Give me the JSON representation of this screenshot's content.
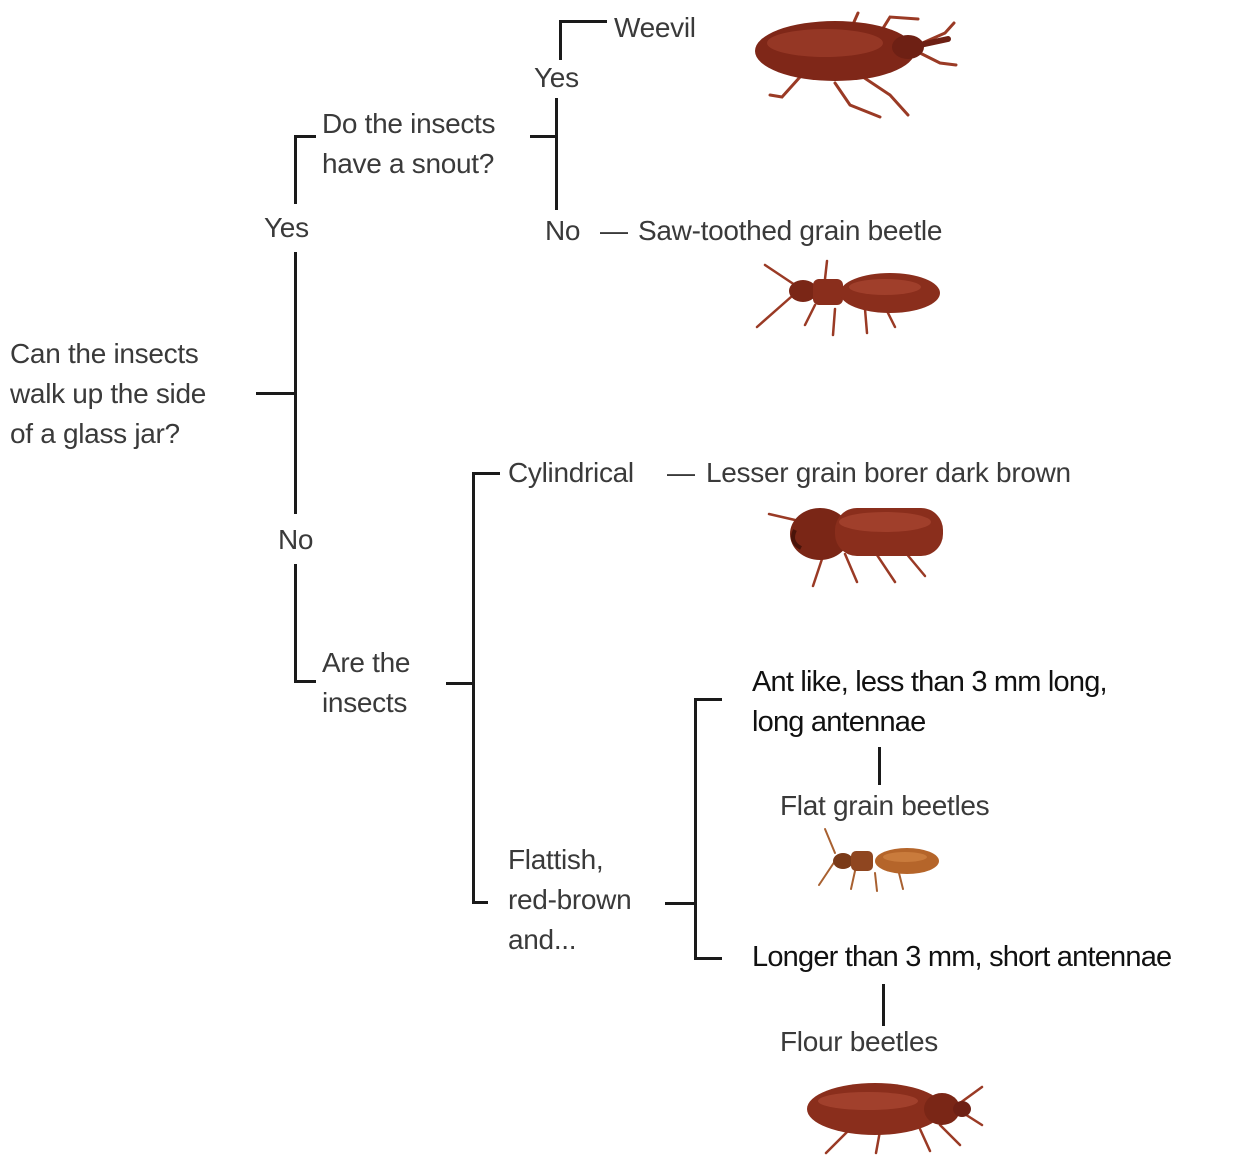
{
  "root_question": [
    "Can the insects",
    "walk up the side",
    "of a glass jar?"
  ],
  "yes_branch": {
    "answer": "Yes",
    "question": [
      "Do the insects",
      "have a snout?"
    ],
    "yes": {
      "answer": "Yes",
      "result": "Weevil"
    },
    "no": {
      "answer": "No",
      "dash": "—",
      "result": "Saw-toothed grain beetle"
    }
  },
  "no_branch": {
    "answer": "No",
    "question": [
      "Are the",
      "insects"
    ],
    "cylindrical": {
      "label": "Cylindrical",
      "dash": "—",
      "result": "Lesser grain borer dark brown"
    },
    "flattish": {
      "label": [
        "Flattish,",
        "red-brown",
        "and..."
      ],
      "ant_like": {
        "criteria": [
          "Ant like, less than 3 mm long,",
          "long antennae"
        ],
        "result": "Flat grain beetles"
      },
      "longer": {
        "criteria": "Longer than 3 mm, short antennae",
        "result": "Flour beetles"
      }
    }
  },
  "colors": {
    "line": "#1a1a1a",
    "text": "#3a3a3a",
    "text_dark": "#111111",
    "beetle_body": "#8a2e1c",
    "beetle_highlight": "#b5503a",
    "beetle_legs": "#9a3a25",
    "flat_beetle_body": "#b5652a"
  },
  "icons": [
    "weevil-beetle-icon",
    "saw-toothed-beetle-icon",
    "lesser-grain-borer-icon",
    "flat-grain-beetle-icon",
    "flour-beetle-icon"
  ]
}
